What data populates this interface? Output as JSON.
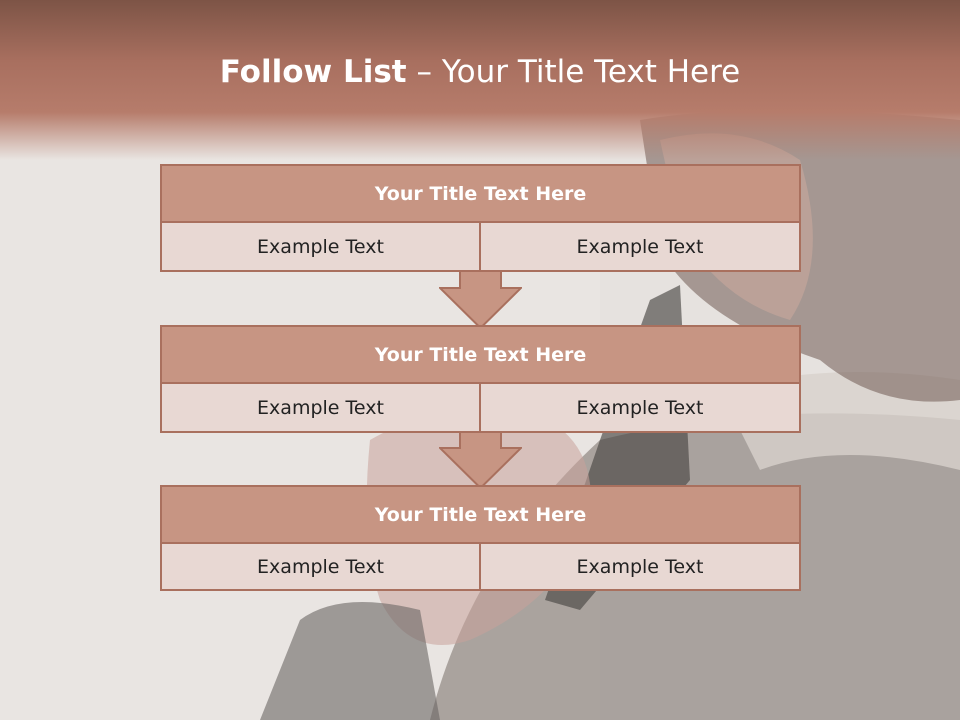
{
  "title": {
    "bold": "Follow List",
    "rest": " – Your Title Text Here"
  },
  "blocks": [
    {
      "title": "Your Title Text Here",
      "left": "Example Text",
      "right": "Example Text"
    },
    {
      "title": "Your Title Text Here",
      "left": "Example Text",
      "right": "Example Text"
    },
    {
      "title": "Your Title Text Here",
      "left": "Example Text",
      "right": "Example Text"
    }
  ],
  "colors": {
    "header": "#a86f5f",
    "title_box": "#c79583",
    "border": "#a9705e",
    "cell": "#e8d8d3"
  },
  "background_image": "person-on-phone-photo"
}
